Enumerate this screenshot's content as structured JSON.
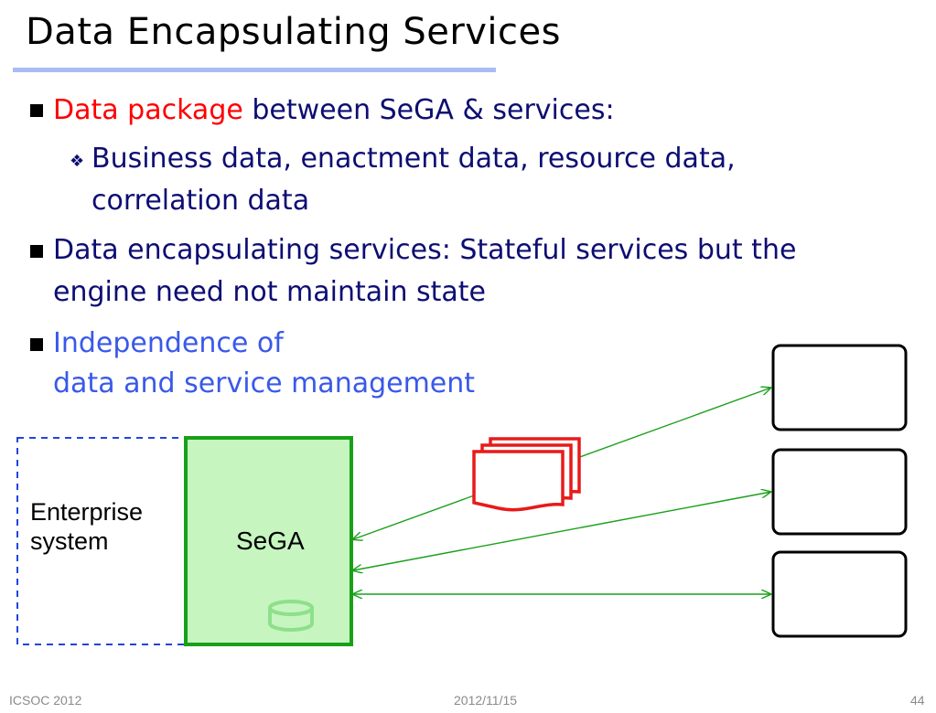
{
  "slide": {
    "title": "Data Encapsulating Services"
  },
  "bullets": {
    "b1_red": "Data package",
    "b1_rest": "between SeGA & services:",
    "b1_sub_line1": "Business data, enactment data, resource data,",
    "b1_sub_line2": "correlation data",
    "b2_line1": "Data encapsulating services: Stateful services but the",
    "b2_line2": "engine need not maintain state",
    "b3_line1": "Independence of",
    "b3_line2": "data and service management"
  },
  "diagram": {
    "enterprise_line1": "Enterprise",
    "enterprise_line2": "system",
    "sega_label": "SeGA"
  },
  "footer": {
    "left": "ICSOC 2012",
    "center": "2012/11/15",
    "right": "44"
  },
  "colors": {
    "title_rule": "#a9bcf5",
    "text_navy": "#0d0d73",
    "highlight_red": "#ff0000",
    "highlight_blue": "#3a59e8",
    "sega_fill": "#c6f5c0",
    "sega_border": "#18a018",
    "arrow_green": "#18a018",
    "enterprise_dash": "#2244dd",
    "document_red": "#e81a1a"
  }
}
